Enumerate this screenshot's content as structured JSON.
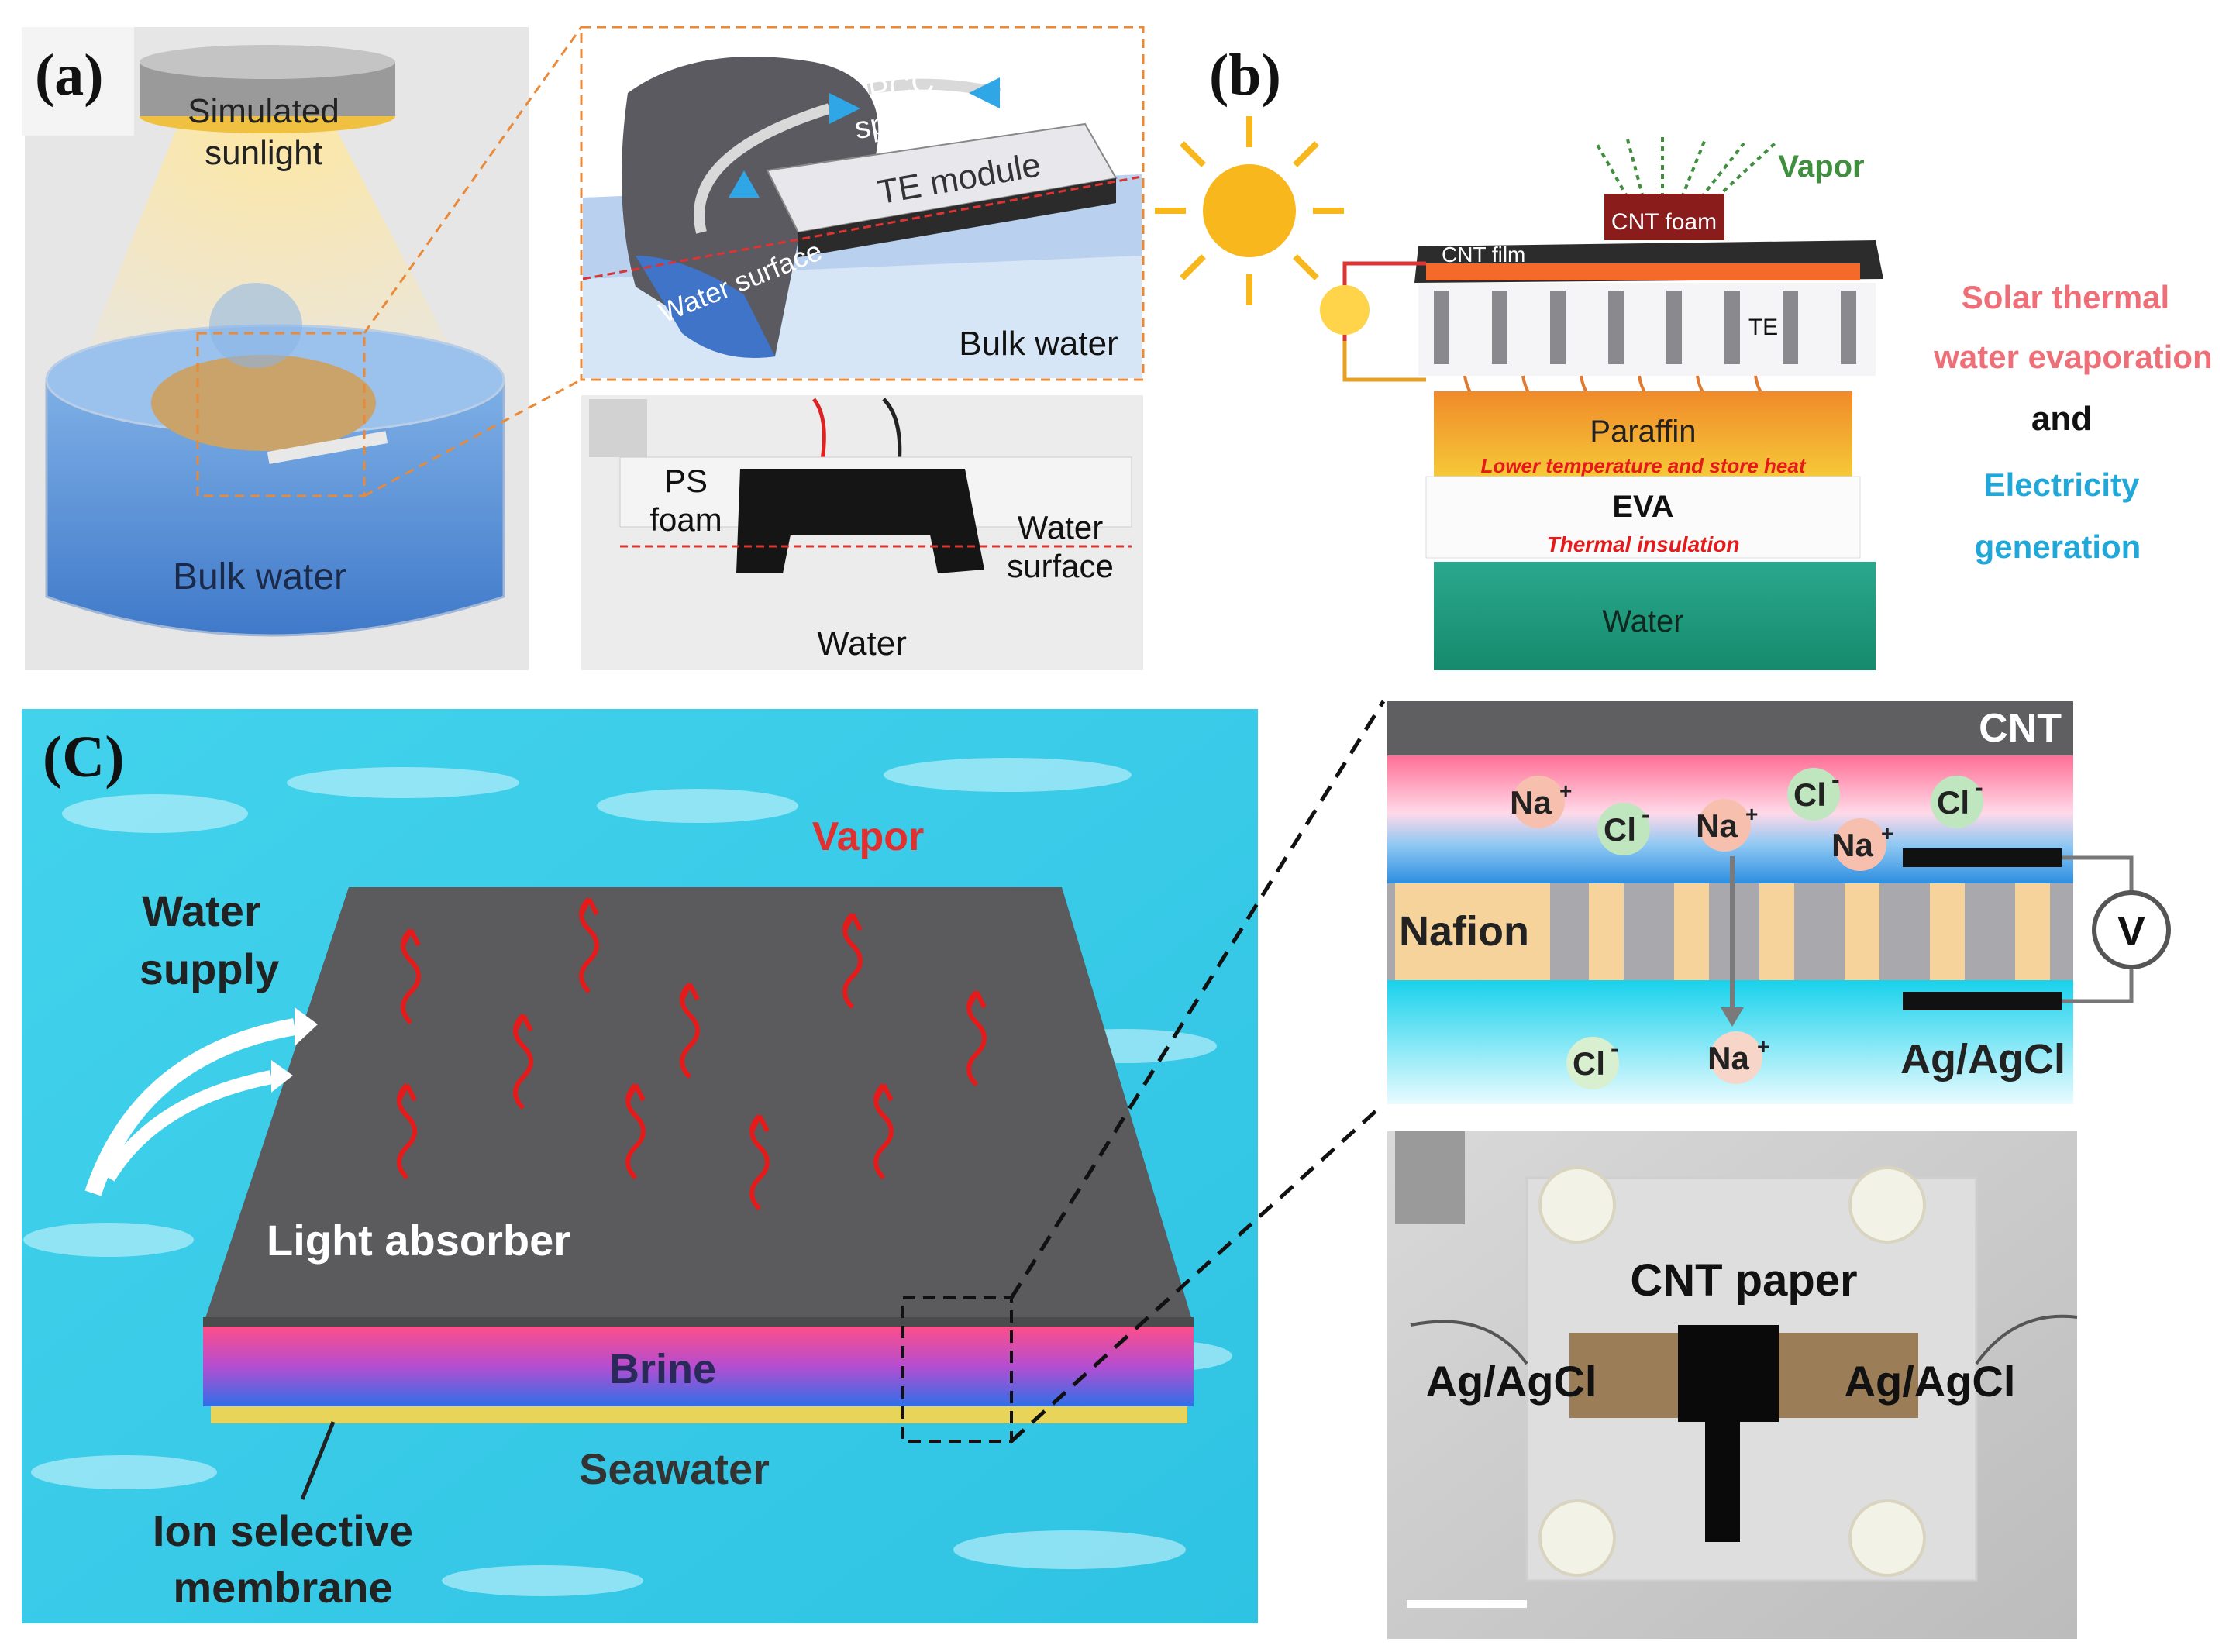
{
  "panel_a": {
    "label": "(a)",
    "lamp_text_1": "Simulated",
    "lamp_text_2": "sunlight",
    "beaker_text": "Bulk water",
    "inset_pcc_1": "PCC",
    "inset_pcc_2": "sponge",
    "inset_te": "TE module",
    "inset_surface": "Water surface",
    "inset_bulk": "Bulk water",
    "photo_ps_1": "PS",
    "photo_ps_2": "foam",
    "photo_surface_1": "Water",
    "photo_surface_2": "surface",
    "photo_water": "Water"
  },
  "panel_b": {
    "label": "(b)",
    "vapor": "Vapor",
    "cnt_foam": "CNT foam",
    "cnt_film": "CNT film",
    "te": "TE",
    "paraffin": "Paraffin",
    "paraffin_note": "Lower temperature and store heat",
    "eva": "EVA",
    "eva_note": "Thermal insulation",
    "water": "Water",
    "side_1": "Solar thermal",
    "side_2": "water evaporation",
    "side_3": "and",
    "side_4": "Electricity",
    "side_5": "generation"
  },
  "panel_c": {
    "label": "(C)",
    "vapor": "Vapor",
    "water_supply_1": "Water",
    "water_supply_2": "supply",
    "absorber": "Light absorber",
    "brine": "Brine",
    "seawater": "Seawater",
    "membrane_1": "Ion selective",
    "membrane_2": "membrane",
    "zoom_cnt": "CNT",
    "zoom_nafion": "Nafion",
    "zoom_na": "Na",
    "zoom_cl": "Cl",
    "zoom_plus": "+",
    "zoom_minus": "-",
    "zoom_v": "V",
    "zoom_electrode": "Ag/AgCl",
    "photo_cnt_paper": "CNT paper",
    "photo_left": "Ag/AgCl",
    "photo_right": "Ag/AgCl"
  },
  "colors": {
    "orange_dash": "#e88a3a",
    "pink_text": "#ef6f78",
    "cyan_text": "#22a8d8",
    "green_text": "#3f8f3f",
    "red_text": "#e51a1a",
    "dark_slab": "#5b5b5e",
    "sea": "#3fd0ea"
  }
}
